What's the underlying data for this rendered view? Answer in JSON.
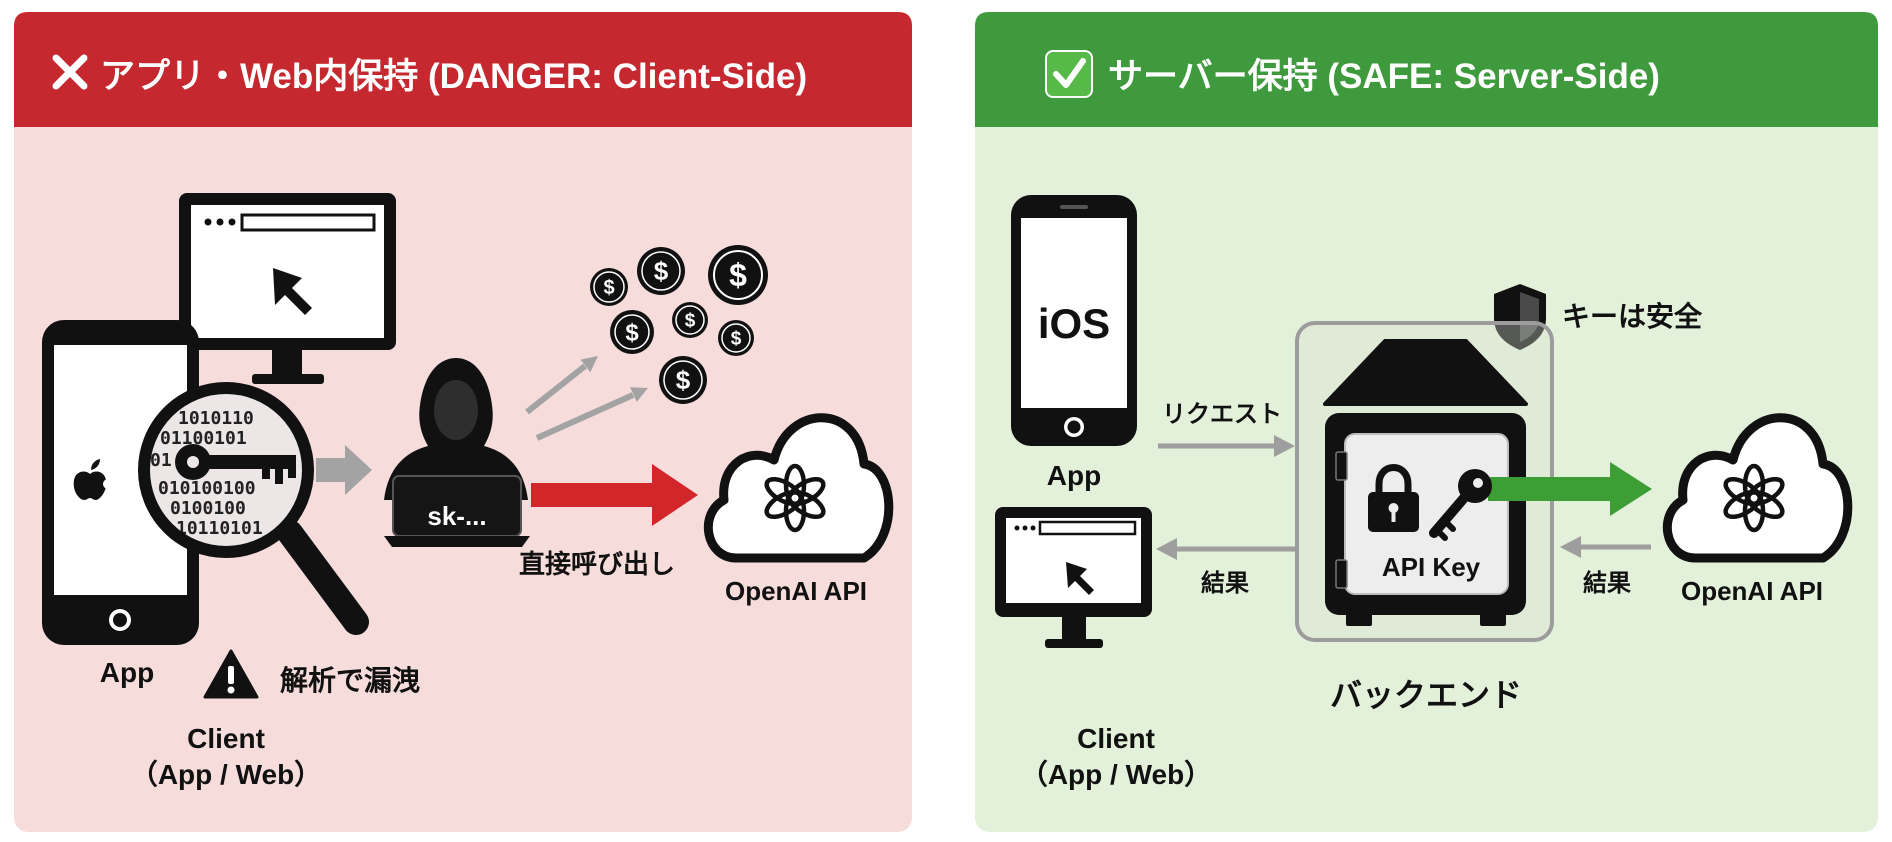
{
  "panels": {
    "danger": {
      "header_icon": "x-icon",
      "title": "アプリ・Web内保持 (DANGER: Client-Side)",
      "colors": {
        "header": "#c5282e",
        "background": "#f7dcdc",
        "arrow": "#d3262a",
        "muted_arrow": "#a3a3a3"
      },
      "magnifier_digits": [
        "1010110",
        "01100101",
        "01",
        "010100100",
        "0100100",
        "10110101"
      ],
      "coin_symbol": "$",
      "leaked_key": "sk-...",
      "direct_call_label": "直接呼び出し",
      "api_label": "OpenAI API",
      "device_label": "App",
      "warning_label": "解析で漏洩",
      "client_label": "Client",
      "client_detail": "（App / Web）"
    },
    "safe": {
      "header_icon": "check-icon",
      "title": "サーバー保持 (SAFE: Server-Side)",
      "colors": {
        "header": "#3e9a3c",
        "background": "#e3f1da",
        "arrow": "#3d9e35",
        "muted_arrow": "#9e9e9e"
      },
      "device_os": "iOS",
      "device_label": "App",
      "key_safe_label": "キーは安全",
      "request_label": "リクエスト",
      "result_to_client_label": "結果",
      "api_key_label": "API Key",
      "result_from_api_label": "結果",
      "api_label": "OpenAI API",
      "backend_label": "バックエンド",
      "client_label": "Client",
      "client_detail": "（App / Web）"
    }
  }
}
